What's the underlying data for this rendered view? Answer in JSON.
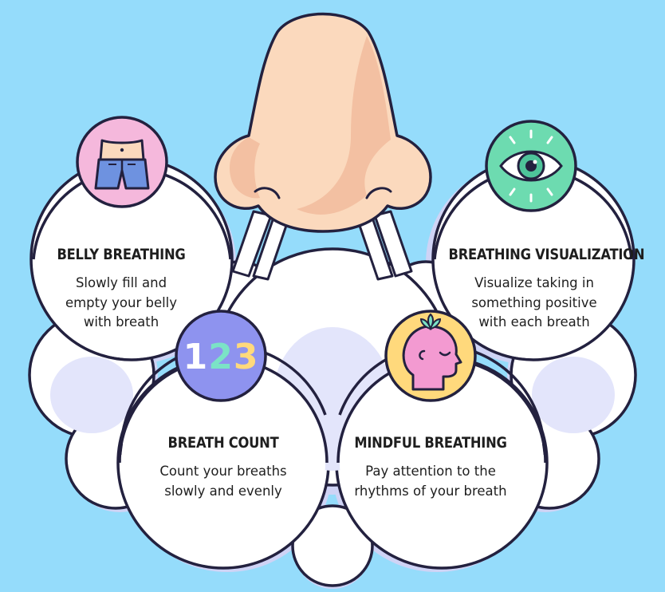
{
  "colors": {
    "background": "#95dcfb",
    "outline": "#23213f",
    "cloud_white": "#ffffff",
    "cloud_shadow": "#dfe2fb",
    "skin_light": "#fbd9bd",
    "skin_shadow": "#f3bfa1",
    "belly_icon_bg": "#f5b8dc",
    "eye_icon_bg": "#6ddbb0",
    "count_icon_bg": "#8e93ef",
    "mindful_icon_bg": "#ffd97c",
    "jeans_blue": "#6e92e0",
    "head_pink": "#f39ad1"
  },
  "cards": {
    "belly": {
      "title": "BELLY BREATHING",
      "description": "Slowly fill and\nempty your belly\nwith breath",
      "icon": "belly-jeans-icon"
    },
    "visualization": {
      "title": "BREATHING VISUALIZATION",
      "description": "Visualize taking in\nsomething positive\nwith each breath",
      "icon": "eye-icon"
    },
    "count": {
      "title": "BREATH COUNT",
      "description": "Count your breaths\nslowly and evenly",
      "icon": "numbers-123-icon",
      "icon_text": "123"
    },
    "mindful": {
      "title": "MINDFUL BREATHING",
      "description": "Pay attention to the\nrhythms of your breath",
      "icon": "mindful-head-icon"
    }
  },
  "nose": {
    "icon": "nose-icon"
  }
}
